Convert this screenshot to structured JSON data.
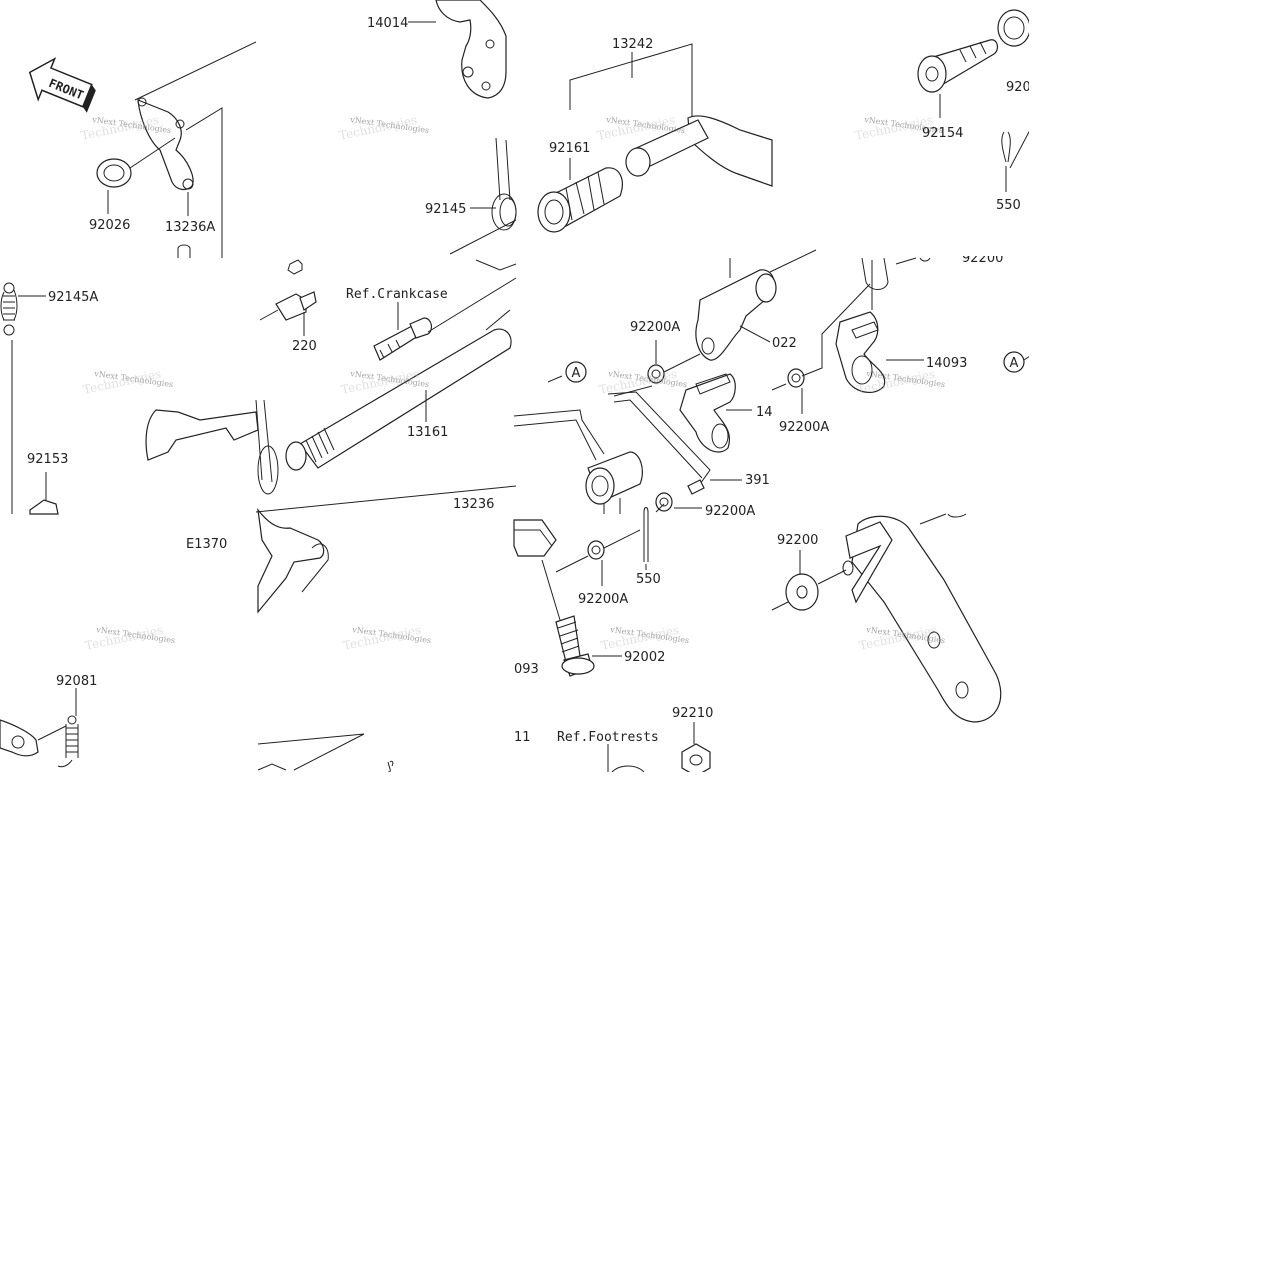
{
  "labels": {
    "p14014": "14014",
    "p13242": "13242",
    "p92161": "92161",
    "p92145": "92145",
    "p92154": "92154",
    "p920_partial": "920",
    "p550_top": "550",
    "p92026": "92026",
    "p13236A": "13236A",
    "p92145A": "92145A",
    "p220": "220",
    "ref_crankcase": "Ref.Crankcase",
    "p13161": "13161",
    "p92200A_top": "92200A",
    "p022_partial": "022",
    "p14_partial": "14",
    "p14093": "14093",
    "p92200A_right": "92200A",
    "p391_partial": "391",
    "p92200A_mid": "92200A",
    "p92153": "92153",
    "p13236": "13236",
    "pE1370": "E1370",
    "p550_mid": "550",
    "p92200A_low": "92200A",
    "p92200": "92200",
    "p92002": "92002",
    "p093_partial": "093",
    "p92081": "92081",
    "p92210": "92210",
    "p11_partial": "11",
    "ref_footrests": "Ref.Footrests",
    "p92200_cut": "92200"
  },
  "markers": {
    "a_left": "A",
    "a_right": "A"
  },
  "front_arrow": "FRONT",
  "watermark": {
    "line1": "vNext Technologies",
    "line2": "Technologies"
  }
}
